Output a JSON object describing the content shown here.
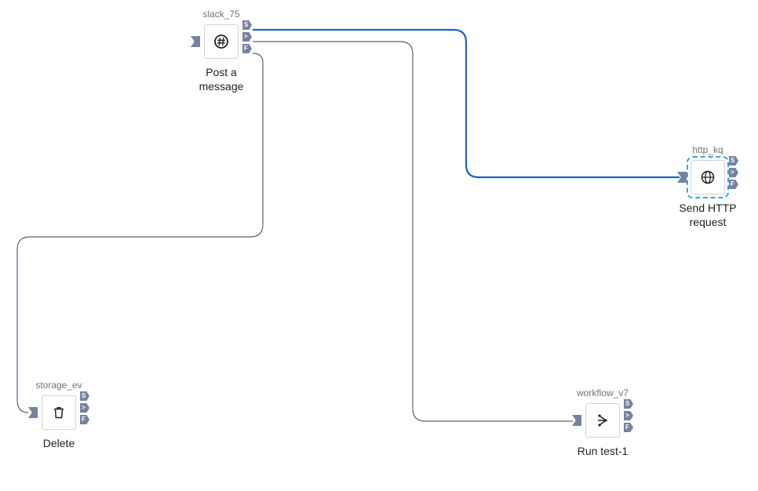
{
  "nodes": {
    "slack": {
      "id": "slack_75",
      "label": "Post a message",
      "icon": "slack-hash-icon"
    },
    "http": {
      "id": "http_kq",
      "label": "Send HTTP request",
      "icon": "globe-icon"
    },
    "storage": {
      "id": "storage_ev",
      "label": "Delete",
      "icon": "trash-icon"
    },
    "workflow": {
      "id": "workflow_v7",
      "label": "Run test-1",
      "icon": "workflow-branch-icon"
    }
  },
  "ports": {
    "success": "S",
    "next": ">",
    "failure": "F"
  },
  "colors": {
    "edge": "#5a6178",
    "edge_selected": "#1a63c6",
    "port": "#7882a0",
    "selection": "#3aa0ea"
  }
}
